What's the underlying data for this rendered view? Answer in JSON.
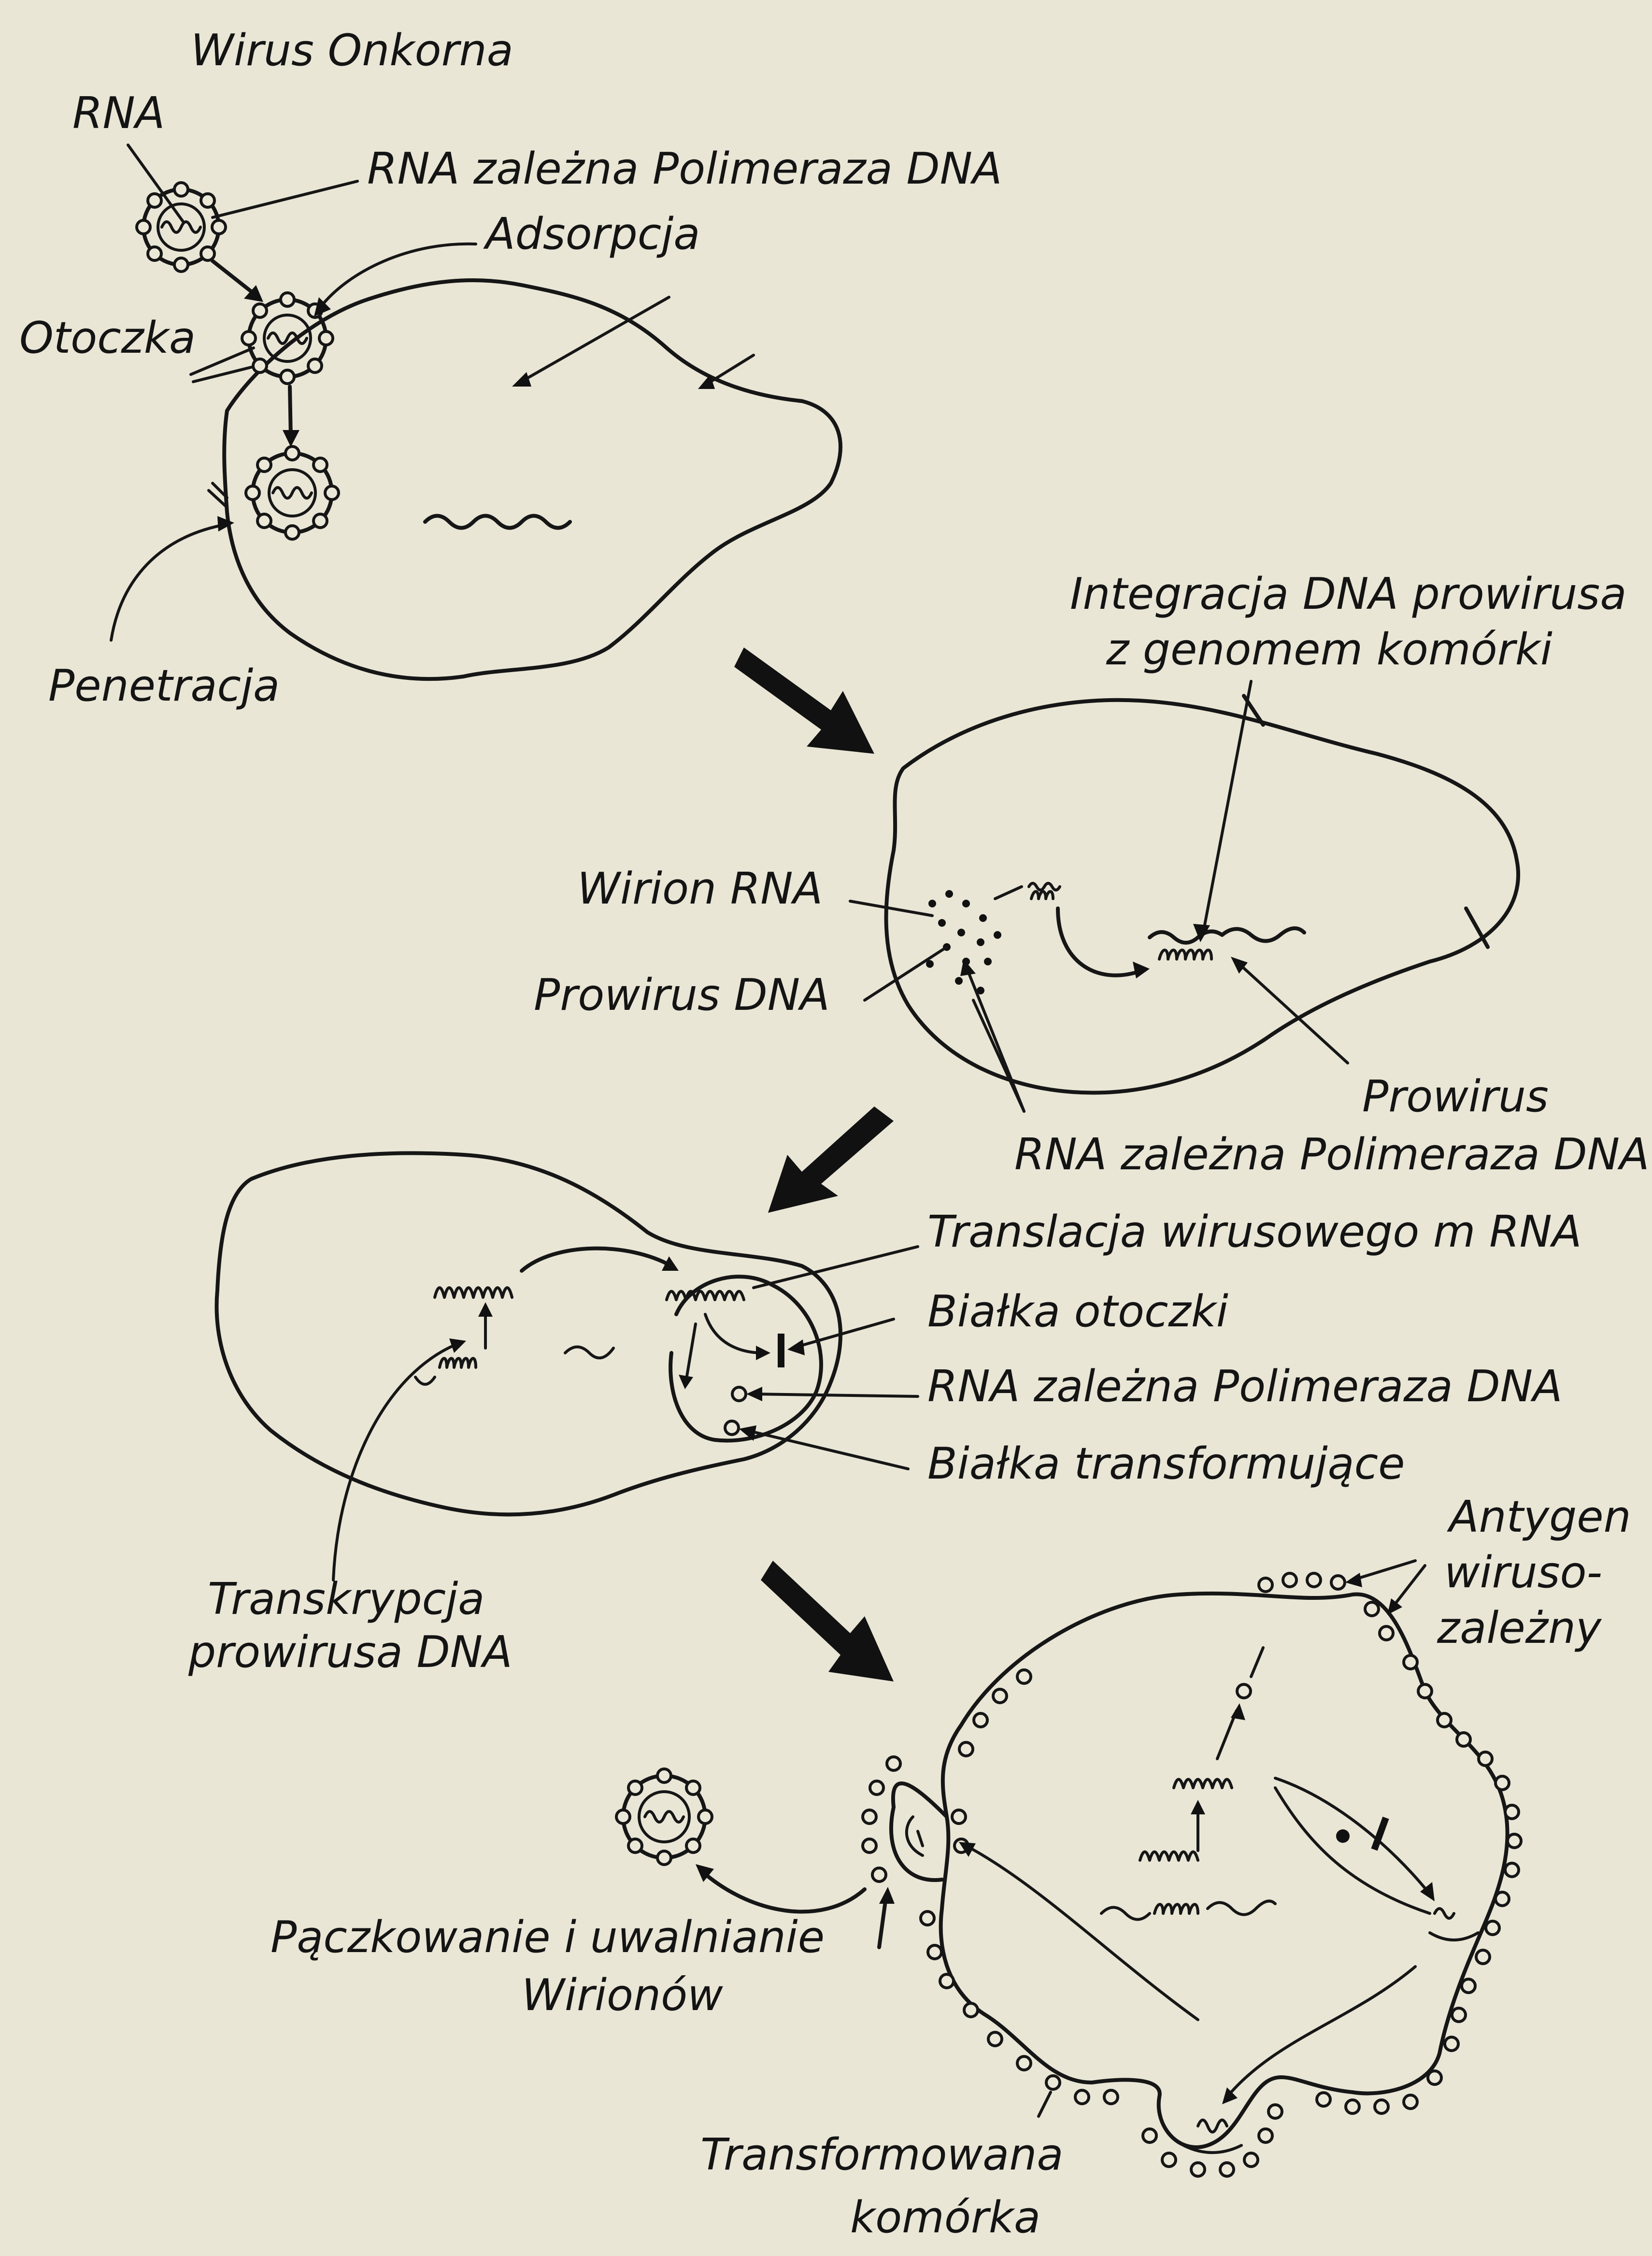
{
  "diagram": {
    "labels": {
      "wirus_onkorna": "Wirus Onkorna",
      "rna": "RNA",
      "rna_polimeraza_1": "RNA zależna Polimeraza DNA",
      "adsorpcja": "Adsorpcja",
      "otoczka": "Otoczka",
      "penetracja": "Penetracja",
      "integracja_line1": "Integracja DNA prowirusa",
      "integracja_line2": "z genomem komórki",
      "wirion_rna": "Wirion RNA",
      "prowirus_dna": "Prowirus DNA",
      "prowirus": "Prowirus",
      "rna_polimeraza_2": "RNA zależna Polimeraza DNA",
      "translacja": "Translacja wirusowego m RNA",
      "bialka_otoczki": "Białka otoczki",
      "rna_polimeraza_3": "RNA zależna Polimeraza DNA",
      "bialka_transformujace": "Białka transformujące",
      "transkrypcja_line1": "Transkrypcja",
      "transkrypcja_line2": "prowirusa DNA",
      "antygen_line1": "Antygen",
      "antygen_line2": "wiruso-",
      "antygen_line3": "zależny",
      "paczkowanie_line1": "Pączkowanie i uwalnianie",
      "paczkowanie_line2": "Wirionów",
      "transformowana_line1": "Transformowana",
      "transformowana_line2": "komórka"
    }
  }
}
